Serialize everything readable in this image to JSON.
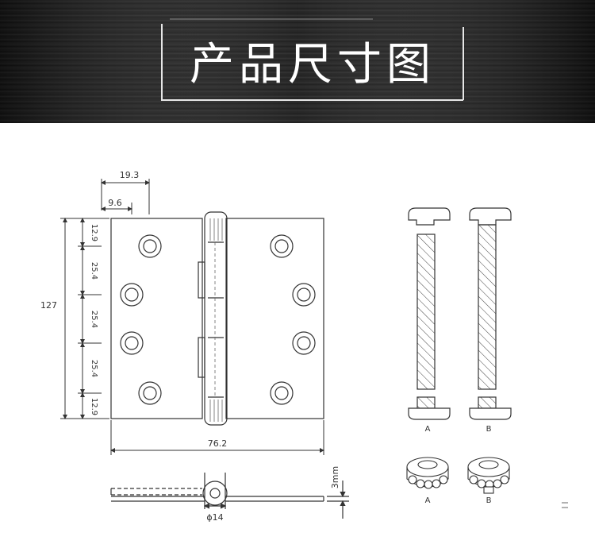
{
  "header": {
    "title": "产品尺寸图"
  },
  "dimensions": {
    "top_width": "19.3",
    "top_offset": "9.6",
    "total_height": "127",
    "segment_edge_top": "12.9",
    "segment_1": "25.4",
    "segment_2": "25.4",
    "segment_3": "25.4",
    "segment_edge_bottom": "12.9",
    "leaf_width": "76.2",
    "thickness": "3mm",
    "knuckle_diameter": "ϕ14"
  },
  "pins": {
    "label_a": "A",
    "label_b": "B"
  },
  "bearings": {
    "label_a": "A",
    "label_b": "B"
  },
  "colors": {
    "banner_bg": "#1c1c1c",
    "line": "#333333",
    "title": "#ffffff"
  }
}
